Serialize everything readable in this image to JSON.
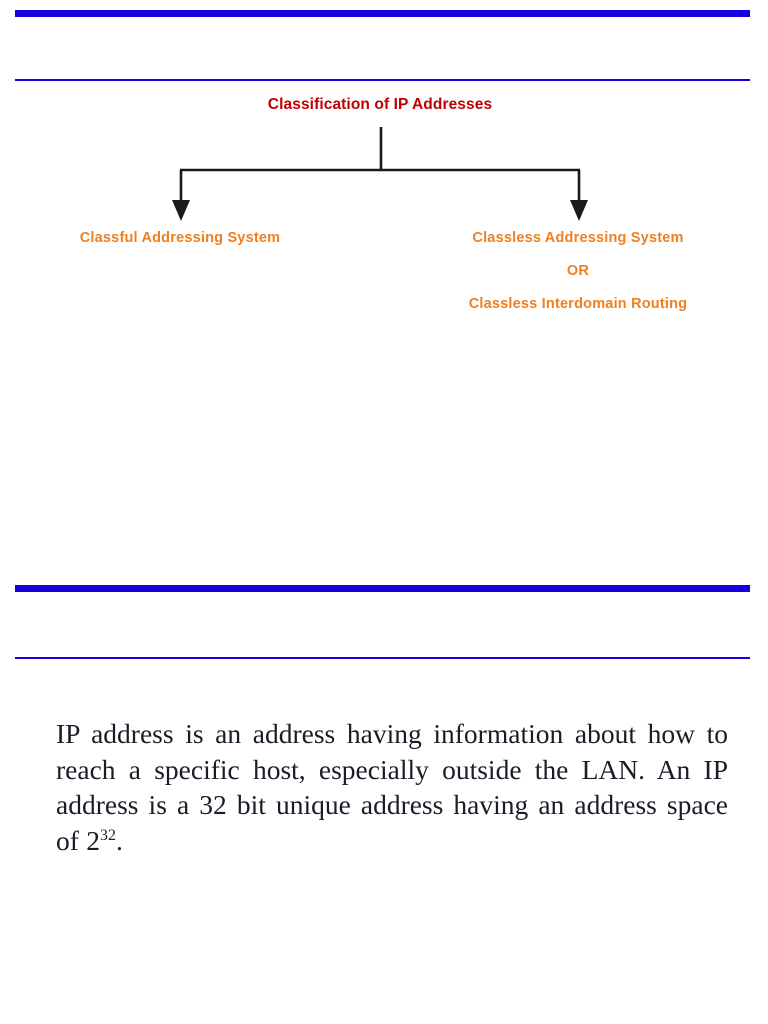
{
  "document": {
    "type": "presentation-slide-export",
    "page_background": "#ffffff"
  },
  "colors": {
    "rule_blue": "#1500E0",
    "title_red": "#C00000",
    "branch_orange": "#EF7F1F",
    "body_text": "#1C1C28",
    "connector_black": "#1A1A1A"
  },
  "slide_diagram": {
    "title": "Classification of IP Addresses",
    "branches": {
      "left": {
        "label": "Classful Addressing System"
      },
      "right": {
        "line1": "Classless Addressing System",
        "line2": "OR",
        "line3": "Classless Interdomain Routing"
      }
    }
  },
  "slide_text": {
    "paragraph_part1": "IP address is an address having information about how to reach a specific host, especially outside the LAN. An IP address is a 32 bit unique address having an address space of 2",
    "paragraph_exponent": "32",
    "paragraph_part2": "."
  }
}
